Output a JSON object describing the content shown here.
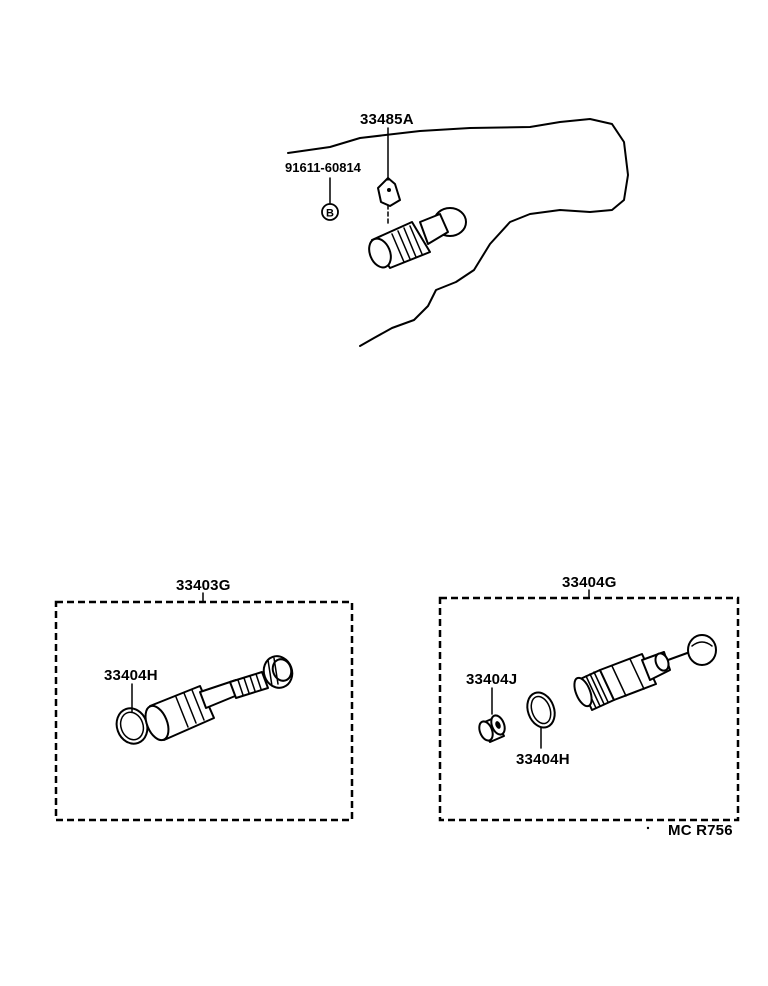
{
  "diagram": {
    "top_assembly": {
      "part_number_a": "33485A",
      "part_number_b": "91611-60814",
      "circle_mark": "B"
    },
    "left_kit": {
      "kit_number": "33403G",
      "o_ring_label": "33404H"
    },
    "right_kit": {
      "kit_number": "33404G",
      "sleeve_label": "33404J",
      "o_ring_label": "33404H"
    },
    "figure_code": "MC R756"
  }
}
